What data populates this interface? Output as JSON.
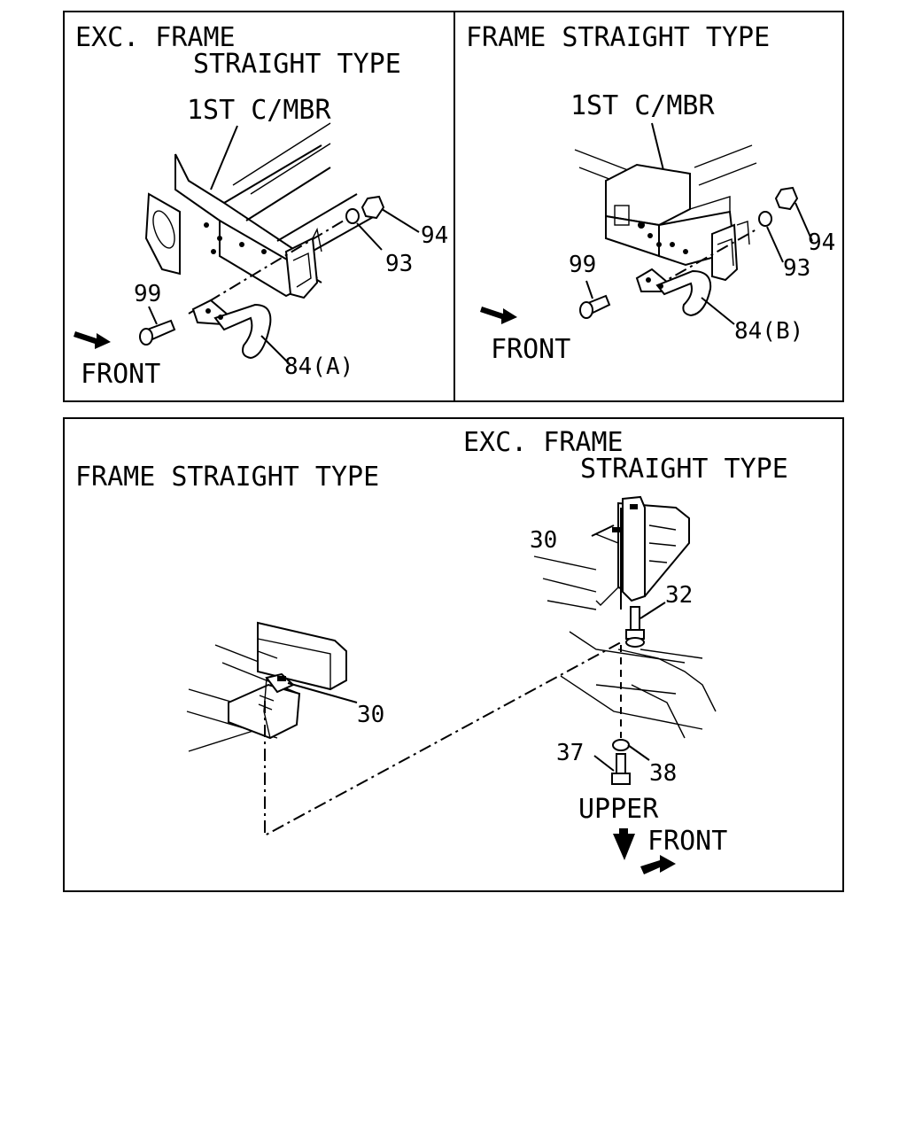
{
  "panel_top_left": {
    "title_line1": "EXC. FRAME",
    "title_line2": "STRAIGHT TYPE",
    "member_label": "1ST C/MBR",
    "callouts": {
      "bolt": "99",
      "washer": "93",
      "nut": "94",
      "hook": "84(A)"
    },
    "direction": "FRONT",
    "icons": {
      "direction_arrow": "arrow-right-icon"
    }
  },
  "panel_top_right": {
    "title": "FRAME STRAIGHT TYPE",
    "member_label": "1ST C/MBR",
    "callouts": {
      "bolt": "99",
      "washer": "93",
      "nut": "94",
      "hook": "84(B)"
    },
    "direction": "FRONT",
    "icons": {
      "direction_arrow": "arrow-right-icon"
    }
  },
  "panel_bottom": {
    "title_left": "FRAME STRAIGHT TYPE",
    "title_right_line1": "EXC. FRAME",
    "title_right_line2": "STRAIGHT TYPE",
    "callouts": {
      "bracket_left": "30",
      "bracket_right": "30",
      "bolt": "32",
      "bolt_lower": "37",
      "washer": "38"
    },
    "upper_label": "UPPER",
    "front_label": "FRONT",
    "icons": {
      "upper_arrow": "arrow-up-icon",
      "front_arrow": "arrow-right-icon"
    }
  }
}
